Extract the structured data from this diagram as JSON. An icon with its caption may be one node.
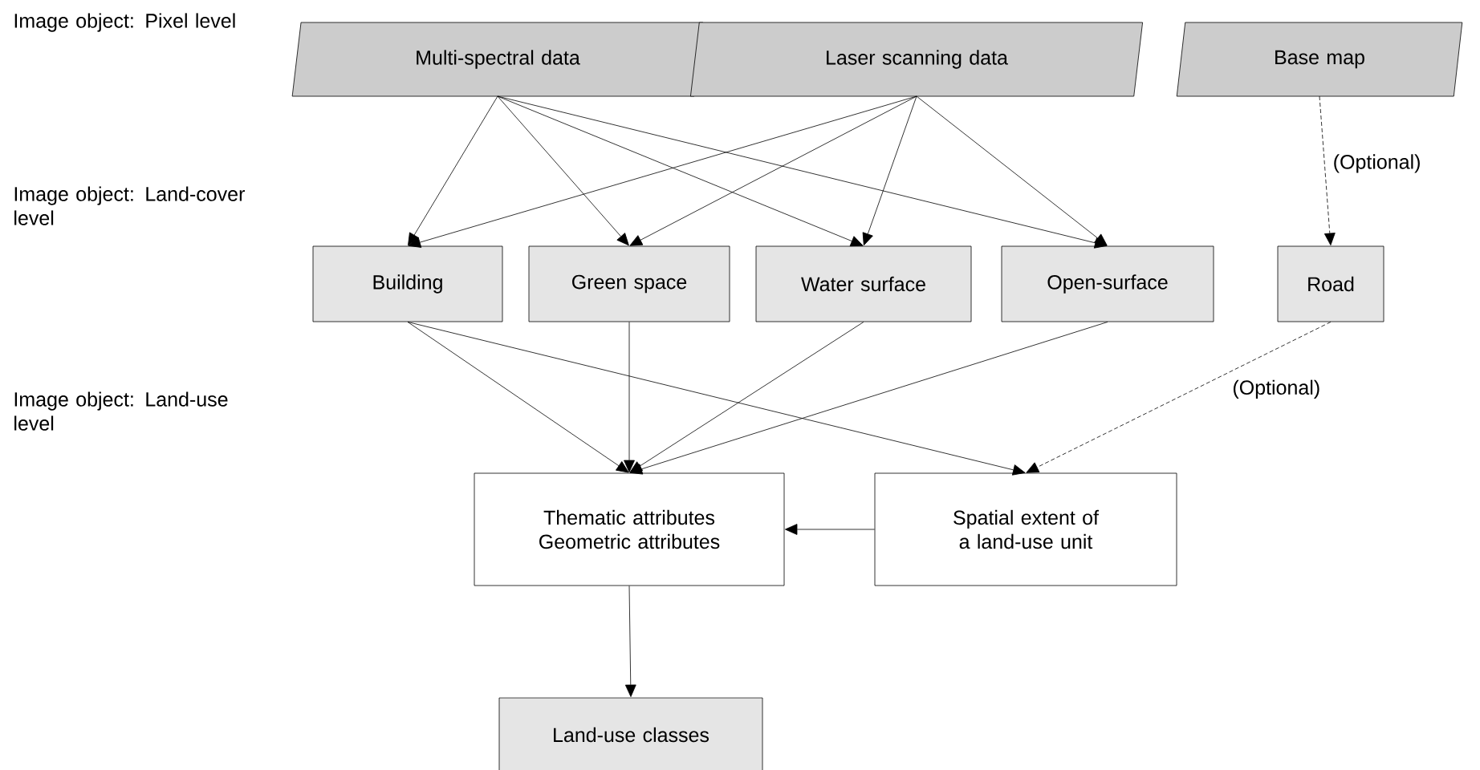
{
  "diagram": {
    "nodes": [
      {
        "text": [
          "Multi-spectral data"
        ]
      },
      {
        "text": [
          "Laser scanning data"
        ]
      },
      {
        "text": [
          "Base map"
        ]
      },
      {
        "text": [
          "Building"
        ]
      },
      {
        "text": [
          "Green space"
        ]
      },
      {
        "text": [
          "Water surface"
        ]
      },
      {
        "text": [
          "Open-surface"
        ]
      },
      {
        "text": [
          "Road"
        ]
      },
      {
        "text": [
          "Thematic attributes",
          "Geometric attributes"
        ]
      },
      {
        "text": [
          "Spatial extent of a land-use unit"
        ]
      },
      {
        "text": [
          "Land-use classes"
        ]
      }
    ],
    "edges": [
      {
        "from": 0,
        "to": 3,
        "arrow": "to"
      },
      {
        "from": 0,
        "to": 4,
        "arrow": "to"
      },
      {
        "from": 0,
        "to": 5,
        "arrow": "to"
      },
      {
        "from": 0,
        "to": 6,
        "arrow": "to"
      },
      {
        "from": 1,
        "to": 3,
        "arrow": "to"
      },
      {
        "from": 1,
        "to": 4,
        "arrow": "to"
      },
      {
        "from": 1,
        "to": 5,
        "arrow": "to"
      },
      {
        "from": 1,
        "to": 6,
        "arrow": "to"
      },
      {
        "from": 2,
        "to": 7,
        "arrow": "to",
        "style": "dashed",
        "label": "(Optional)"
      },
      {
        "from": 3,
        "to": 8,
        "arrow": "to"
      },
      {
        "from": 4,
        "to": 8,
        "arrow": "to"
      },
      {
        "from": 5,
        "to": 8,
        "arrow": "to"
      },
      {
        "from": 6,
        "to": 8,
        "arrow": "to"
      },
      {
        "from": 3,
        "to": 9,
        "arrow": "to"
      },
      {
        "from": 7,
        "to": 9,
        "arrow": "to",
        "style": "dashed",
        "label": "(Optional)"
      },
      {
        "from": 9,
        "to": 8,
        "arrow": "to"
      },
      {
        "from": 8,
        "to": 10,
        "arrow": "to"
      }
    ],
    "labels": [
      "Image object: Pixel level",
      "Image object: Land-cover level",
      "Image object: Land-use level"
    ]
  }
}
